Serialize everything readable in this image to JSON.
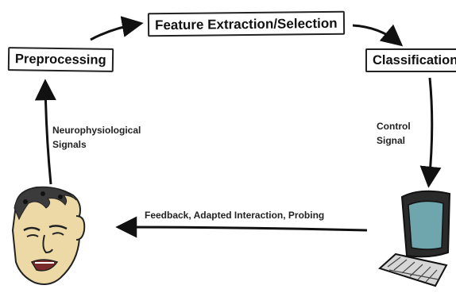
{
  "nodes": {
    "feature": "Feature Extraction/Selection",
    "preprocessing": "Preprocessing",
    "classification": "Classification"
  },
  "labels": {
    "neuro_line1": "Neurophysiological",
    "neuro_line2": "Signals",
    "control_line1": "Control",
    "control_line2": "Signal",
    "feedback": "Feedback, Adapted Interaction, Probing"
  },
  "colors": {
    "ink": "#111111",
    "screen": "#6fa6ae",
    "skin": "#ecd9a6",
    "monitor": "#2a2a2a"
  },
  "icons": {
    "person": "person-face-icon",
    "computer": "computer-icon"
  }
}
